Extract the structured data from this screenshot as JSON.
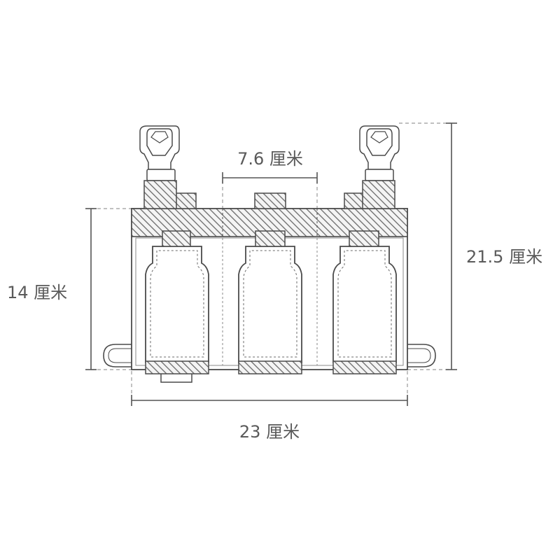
{
  "dimensions": {
    "width_label": "23 厘米",
    "height_left_label": "14 厘米",
    "height_right_label": "21.5 厘米",
    "pocket_label": "7.6 厘米"
  },
  "colors": {
    "stroke": "#4a4a4a",
    "dimension": "#555555",
    "dashed": "#9a9a9a",
    "hatch": "#6a6a6a",
    "label": "#5a5a5a"
  },
  "pouch": {
    "pocket_count": 3
  }
}
